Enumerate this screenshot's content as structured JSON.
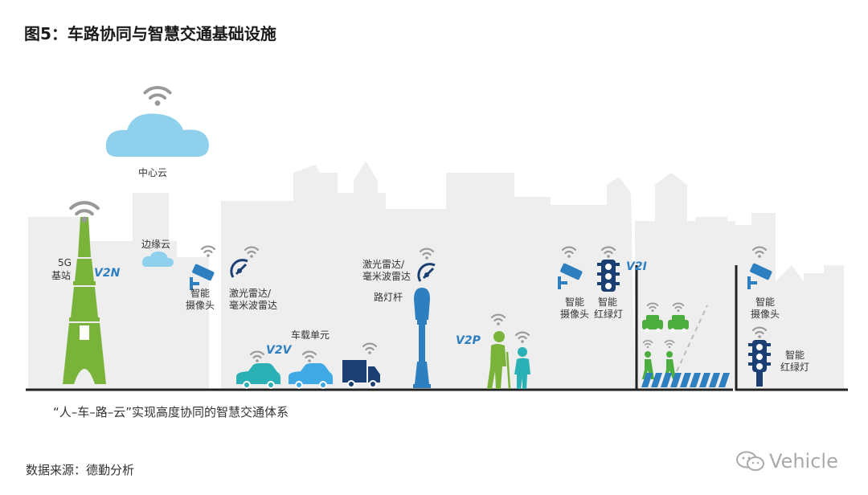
{
  "title": "图5：车路协同与智慧交通基础设施",
  "labels": {
    "cloud_center": "中心云",
    "edge_cloud": "边缘云",
    "tower_5g_line1": "5G",
    "tower_5g_line2": "基站",
    "camera1_line1": "智能",
    "camera1_line2": "摄像头",
    "lidar1_line1": "激光雷达/",
    "lidar1_line2": "毫米波雷达",
    "lidar2_line1": "激光雷达/",
    "lidar2_line2": "毫米波雷达",
    "streetlight": "路灯杆",
    "obu": "车载单元",
    "camera2_line1": "智能",
    "camera2_line2": "摄像头",
    "light2_line1": "智能",
    "light2_line2": "红绿灯",
    "camera3_line1": "智能",
    "camera3_line2": "摄像头",
    "light3_line1": "智能",
    "light3_line2": "红绿灯"
  },
  "tags": {
    "v2n": "V2N",
    "v2v": "V2V",
    "v2p": "V2P",
    "v2i": "V2I"
  },
  "caption": "“人–车–路–云”实现高度协同的智慧交通体系",
  "source": "数据来源：德勤分析",
  "watermark": "Vehicle",
  "colors": {
    "skyline": "#eeeeee",
    "blue": "#2e7fc0",
    "navy": "#1c3f73",
    "teal": "#2bb0b5",
    "green": "#7ab33a",
    "cloud": "#8fd0ec",
    "wifi": "#999999"
  }
}
